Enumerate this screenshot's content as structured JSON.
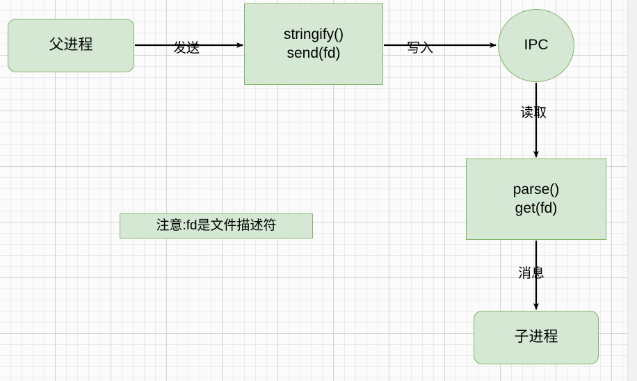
{
  "diagram": {
    "type": "flowchart",
    "title": "Node.js IPC process message flow",
    "theme": {
      "node_fill": "#d5e8d4",
      "node_border": "#82b366",
      "edge_color": "#000000",
      "canvas_background": "#fbfbfb",
      "grid_minor": "#ededed",
      "grid_major": "#c8c8c8"
    },
    "nodes": [
      {
        "id": "parent",
        "label": "父进程",
        "shape": "rounded-rectangle"
      },
      {
        "id": "stringify",
        "label": "stringify()\nsend(fd)",
        "shape": "rectangle"
      },
      {
        "id": "ipc",
        "label": "IPC",
        "shape": "circle"
      },
      {
        "id": "parse",
        "label": "parse()\nget(fd)",
        "shape": "rectangle"
      },
      {
        "id": "child",
        "label": "子进程",
        "shape": "rounded-rectangle"
      },
      {
        "id": "note",
        "label": "注意:fd是文件描述符",
        "shape": "rectangle"
      }
    ],
    "edges": [
      {
        "id": "e1",
        "from": "parent",
        "to": "stringify",
        "label": "发送",
        "direction": "right"
      },
      {
        "id": "e2",
        "from": "stringify",
        "to": "ipc",
        "label": "写入",
        "direction": "right"
      },
      {
        "id": "e3",
        "from": "ipc",
        "to": "parse",
        "label": "读取",
        "direction": "down"
      },
      {
        "id": "e4",
        "from": "parse",
        "to": "child",
        "label": "消息",
        "direction": "down"
      }
    ]
  }
}
